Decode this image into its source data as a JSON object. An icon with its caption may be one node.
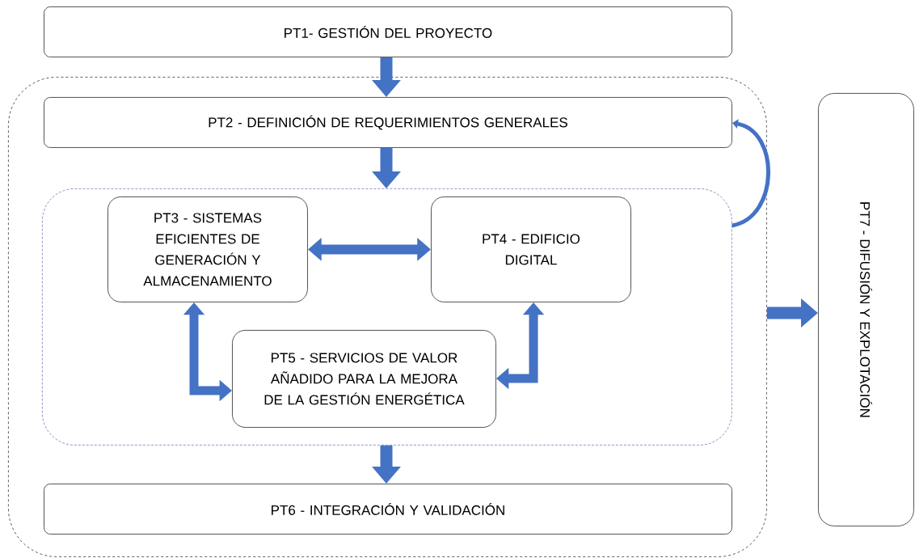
{
  "diagram": {
    "nodes": [
      {
        "text": [
          "PT1- GESTIÓN DEL PROYECTO"
        ]
      },
      {
        "text": [],
        "shape": "box"
      },
      {
        "text": [
          "PT2 - DEFINICIÓN DE REQUERIMIENTOS GENERALES"
        ],
        "in": 1
      },
      {
        "text": [],
        "shape": "box",
        "in": 1
      },
      {
        "text": [
          "PT3 - SISTEMAS EFICIENTES DE GENERACIÓN Y ALMACENAMIENTO"
        ],
        "in": 3
      },
      {
        "text": [
          "PT4 - EDIFICIO DIGITAL"
        ],
        "in": 3
      },
      {
        "text": [
          "PT5 - SERVICIOS DE VALOR AÑADIDO PARA LA MEJORA DE LA GESTIÓN ENERGÉTICA"
        ],
        "in": 3
      },
      {
        "text": [
          "PT6 - INTEGRACIÓN Y VALIDACIÓN"
        ],
        "in": 1
      },
      {
        "text": [
          "PT7 - DIFUSIÓN Y EXPLOTACIÓN"
        ]
      }
    ],
    "edges": [
      {
        "from": 0,
        "to": 2,
        "arrow": "to"
      },
      {
        "from": 2,
        "to": 3,
        "arrow": "to"
      },
      {
        "from": 4,
        "to": 5,
        "arrow": "both"
      },
      {
        "from": 4,
        "to": 6,
        "arrow": "both"
      },
      {
        "from": 5,
        "to": 6,
        "arrow": "both"
      },
      {
        "from": 3,
        "to": 7,
        "arrow": "to"
      },
      {
        "from": 3,
        "to": 2,
        "arrow": "to"
      },
      {
        "from": 1,
        "to": 8,
        "arrow": "to"
      }
    ]
  }
}
